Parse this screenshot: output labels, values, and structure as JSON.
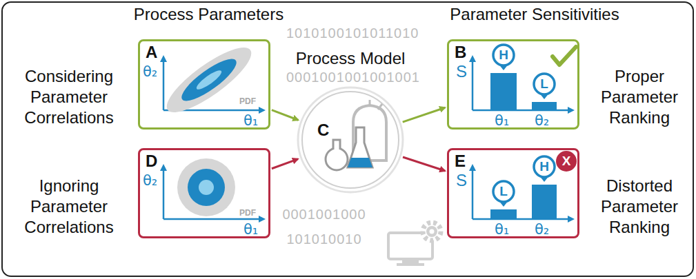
{
  "diagram": {
    "nodes": [
      {
        "text": [
          "A",
          "θ₂",
          "θ₁",
          "PDF"
        ]
      },
      {
        "text": [
          "B",
          "S",
          "H",
          "L",
          "θ₁",
          "θ₂"
        ]
      },
      {
        "text": [
          "Process Model",
          "C"
        ]
      },
      {
        "text": [
          "D",
          "θ₂",
          "θ₁",
          "PDF"
        ]
      },
      {
        "text": [
          "E",
          "S",
          "L",
          "H",
          "θ₁",
          "θ₂",
          "X"
        ]
      }
    ],
    "edges": [
      {
        "from": 0,
        "to": 2,
        "arrow": "to"
      },
      {
        "from": 2,
        "to": 1,
        "arrow": "to"
      },
      {
        "from": 3,
        "to": 2,
        "arrow": "to"
      },
      {
        "from": 2,
        "to": 4,
        "arrow": "to"
      }
    ],
    "labels": [
      "Process Parameters",
      "Parameter Sensitivities",
      "Considering Parameter Correlations",
      "Ignoring Parameter Correlations",
      "Proper Parameter Ranking",
      "Distorted Parameter Ranking",
      "1010100101011010",
      "0001001001001001",
      "0001001000",
      "101010010"
    ]
  }
}
